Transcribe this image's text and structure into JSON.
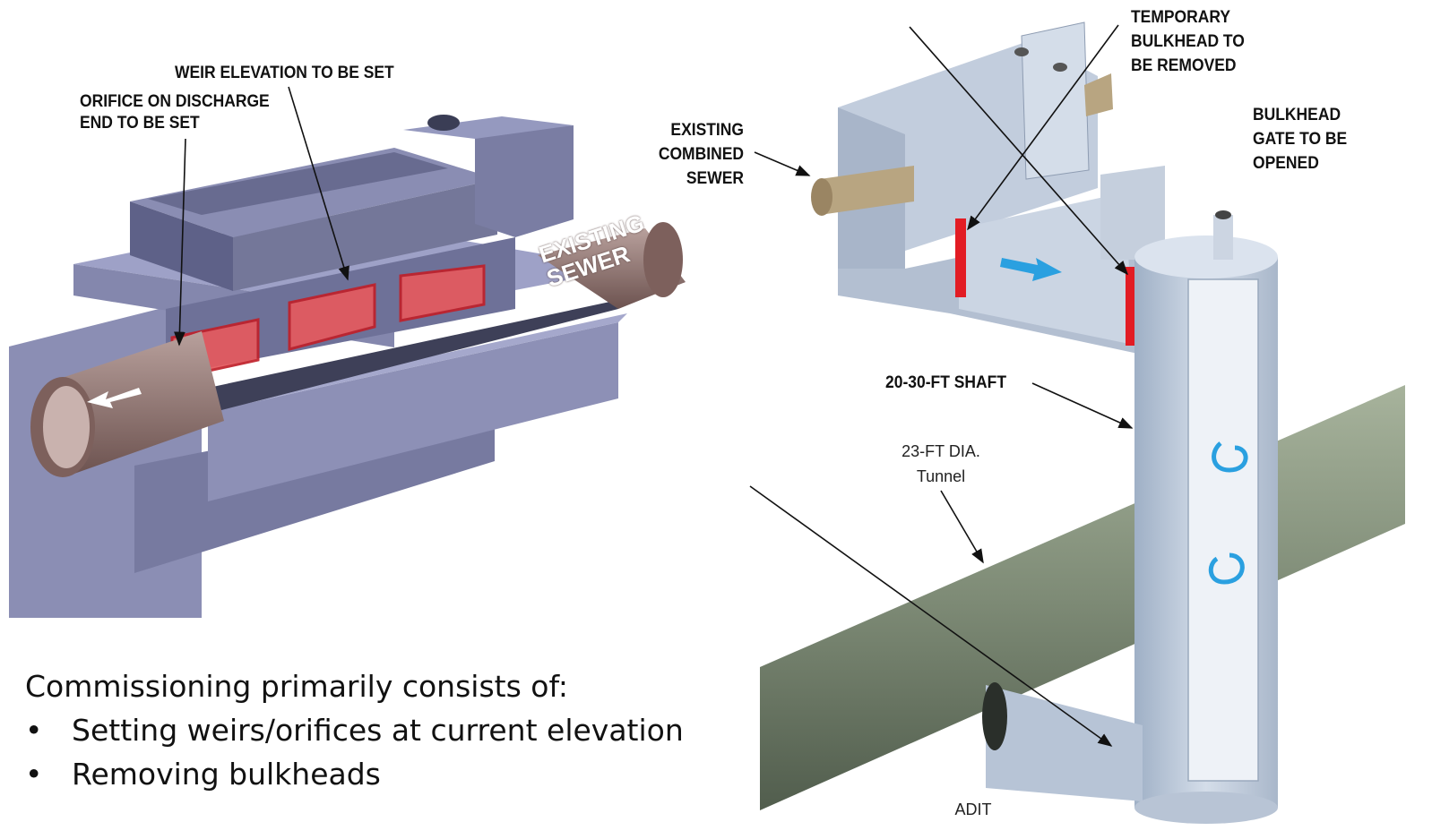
{
  "left_diagram": {
    "labels": {
      "weir": "WEIR ELEVATION  TO BE SET",
      "orifice_line1": "ORIFICE ON DISCHARGE",
      "orifice_line2": "END TO BE SET",
      "sewer_line1": "EXISTING",
      "sewer_line2": "SEWER"
    }
  },
  "right_diagram": {
    "labels": {
      "temp_line1": "TEMPORARY",
      "temp_line2": "BULKHEAD TO",
      "temp_line3": "BE REMOVED",
      "gate_line1": "BULKHEAD",
      "gate_line2": "GATE TO BE",
      "gate_line3": "OPENED",
      "combined_line1": "EXISTING",
      "combined_line2": "COMBINED",
      "combined_line3": "SEWER",
      "shaft": "20-30-FT SHAFT",
      "tunnel_line1": "23-FT DIA.",
      "tunnel_line2": "Tunnel",
      "adit": "ADIT"
    }
  },
  "caption": {
    "heading": "Commissioning primarily consists of:",
    "bullet_symbol": "•",
    "bullets": [
      "Setting weirs/orifices at current elevation",
      "Removing bulkheads"
    ]
  },
  "colors": {
    "structure": "#8c8fb5",
    "pipe": "#9a7d7a",
    "highlight": "#e0303a",
    "flow_arrow": "#2aa0e0",
    "tunnel": "#7e8b76",
    "concrete": "#b9c4d6"
  }
}
